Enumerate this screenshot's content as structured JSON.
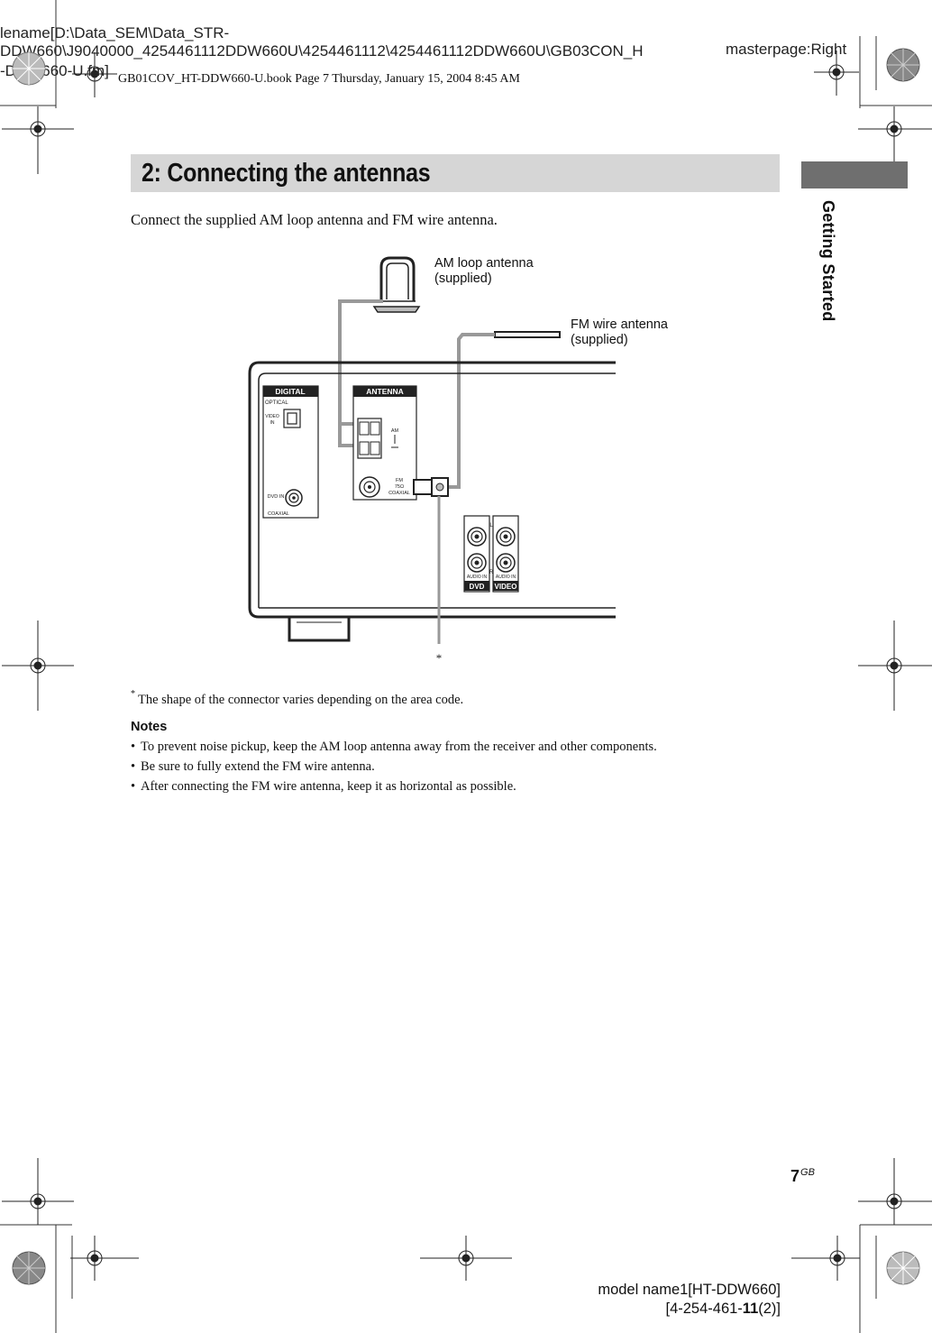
{
  "print_header": {
    "filename_line1": "lename[D:\\Data_SEM\\Data_STR-",
    "filename_line2": "DDW660\\J9040000_4254461112DDW660U\\4254461112\\4254461112DDW660U\\GB03CON_H",
    "filename_line3": "-DDW660-U.fm]",
    "masterpage": "masterpage:Right",
    "book_info": "GB01COV_HT-DDW660-U.book  Page 7  Thursday, January 15, 2004  8:45 AM"
  },
  "section": {
    "title": "2: Connecting the antennas",
    "side_tab": "Getting Started",
    "intro": "Connect the supplied AM loop antenna and FM wire antenna."
  },
  "diagram": {
    "am_label_1": "AM loop antenna",
    "am_label_2": "(supplied)",
    "fm_label_1": "FM wire antenna",
    "fm_label_2": "(supplied)",
    "digital": "DIGITAL",
    "antenna": "ANTENNA",
    "optical": "OPTICAL",
    "video": "VIDEO",
    "in": "IN",
    "dvd_in": "DVD IN",
    "coaxial": "COAXIAL",
    "am": "AM",
    "fm": "FM",
    "ohm": "75Ω",
    "fm_coaxial": "COAXIAL",
    "l": "L",
    "r": "R",
    "audio_in": "AUDIO IN",
    "dvd": "DVD",
    "video_label": "VIDEO",
    "asterisk": "*"
  },
  "footnote": {
    "mark": "*",
    "text": "The shape of the connector varies depending on the area code."
  },
  "notes": {
    "heading": "Notes",
    "items": [
      "To prevent noise pickup, keep the AM loop antenna away from the receiver and other components.",
      "Be sure to fully extend the FM wire antenna.",
      "After connecting the FM wire antenna, keep it as horizontal as possible."
    ]
  },
  "footer": {
    "page_number": "7",
    "page_suffix": "GB",
    "model_line1": "model name1[HT-DDW660]",
    "model_line2_a": "[4-254-461-",
    "model_line2_b": "11",
    "model_line2_c": "(2)]"
  }
}
